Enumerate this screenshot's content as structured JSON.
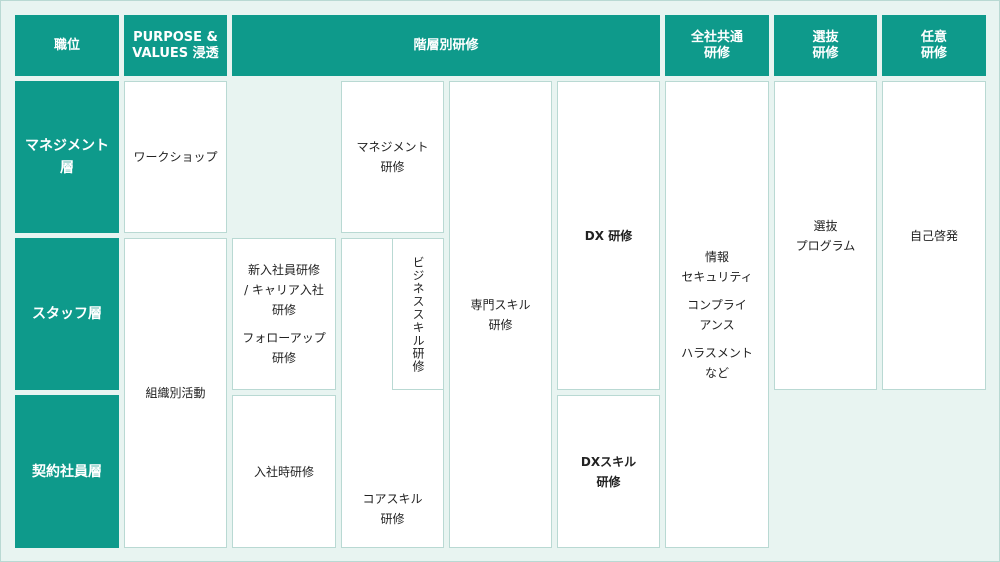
{
  "header": {
    "position": "職位",
    "purpose": "PURPOSE &\nVALUES 浸透",
    "tiered": "階層別研修",
    "company_wide": "全社共通\n研修",
    "selective": "選抜\n研修",
    "optional": "任意\n研修"
  },
  "rows": {
    "management": "マネジメント\n層",
    "staff": "スタッフ層",
    "contract": "契約社員層"
  },
  "cells": {
    "workshop": "ワークショップ",
    "org_activity": "組織別活動",
    "new_hire_1": "新入社員研修\n/ キャリア入社\n研修",
    "new_hire_2": "フォローアップ\n研修",
    "joining": "入社時研修",
    "management_training": "マネジメント\n研修",
    "business_skill": "ビジネススキル研修",
    "core_skill": "コアスキル\n研修",
    "specialist": "専門スキル\n研修",
    "dx_training": "DX 研修",
    "dx_skill": "DXスキル\n研修",
    "info_security": "情報\nセキュリティ",
    "compliance": "コンプライ\nアンス",
    "harassment": "ハラスメント\nなど",
    "selection_program": "選抜\nプログラム",
    "self_development": "自己啓発"
  }
}
